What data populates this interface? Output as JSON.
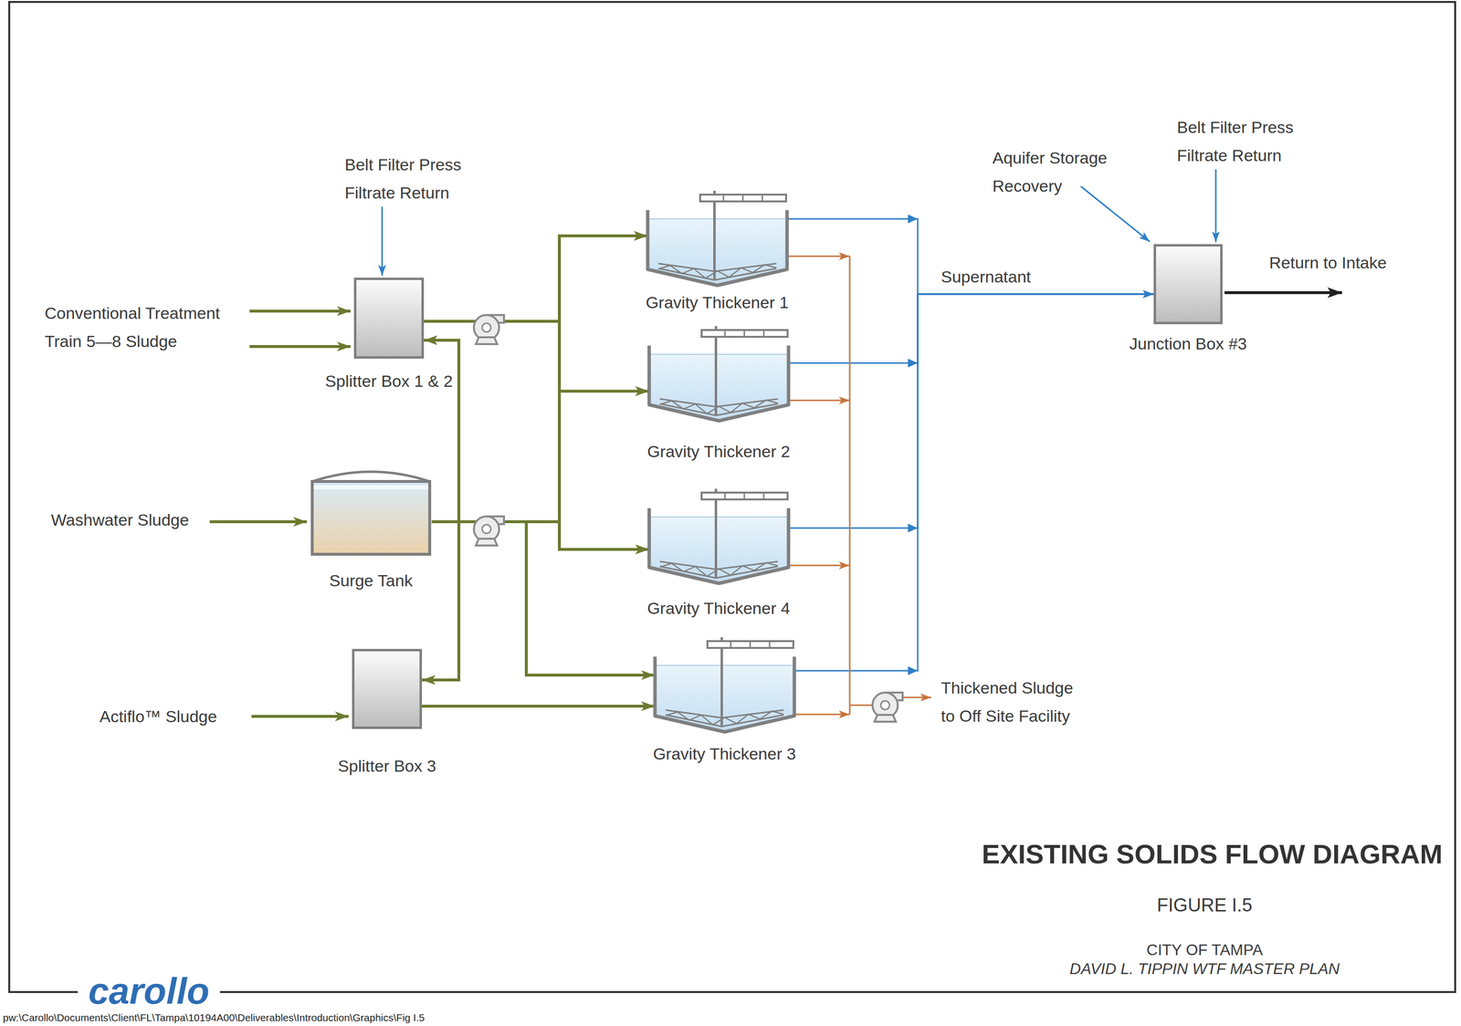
{
  "diagram": {
    "title": "EXISTING SOLIDS FLOW DIAGRAM",
    "nodes": [
      {
        "text": [
          "Splitter Box 1 & 2"
        ]
      },
      {
        "text": [
          "Surge Tank"
        ]
      },
      {
        "text": [
          "Splitter Box 3"
        ]
      },
      {
        "text": [
          "Gravity Thickener 1"
        ]
      },
      {
        "text": [
          "Gravity Thickener 2"
        ]
      },
      {
        "text": [
          "Gravity Thickener 4"
        ]
      },
      {
        "text": [
          "Gravity Thickener 3"
        ]
      },
      {
        "text": [
          "Junction Box #3"
        ]
      }
    ],
    "edges": [
      {
        "from": 0,
        "to": 3,
        "arrow": "to"
      },
      {
        "from": 0,
        "to": 4,
        "arrow": "to"
      },
      {
        "from": 0,
        "to": 5,
        "arrow": "to"
      },
      {
        "from": 1,
        "to": 3,
        "arrow": "to"
      },
      {
        "from": 1,
        "to": 4,
        "arrow": "to"
      },
      {
        "from": 1,
        "to": 5,
        "arrow": "to"
      },
      {
        "from": 1,
        "to": 6,
        "arrow": "to"
      },
      {
        "from": 2,
        "to": 6,
        "arrow": "to"
      },
      {
        "from": 2,
        "to": 0,
        "arrow": "both"
      },
      {
        "from": 3,
        "to": 7,
        "label": "Supernatant",
        "arrow": "to"
      },
      {
        "from": 4,
        "to": 7,
        "arrow": "to"
      },
      {
        "from": 5,
        "to": 7,
        "arrow": "to"
      },
      {
        "from": 6,
        "to": 7,
        "arrow": "to"
      }
    ],
    "labels": [
      "Conventional Treatment Train 5—8 Sludge",
      "Washwater Sludge",
      "Actiflo™ Sludge",
      "Belt Filter Press Filtrate Return",
      "Aquifer Storage Recovery",
      "Belt Filter Press Filtrate Return",
      "Return to Intake",
      "Thickened Sludge to Off Site Facility",
      "FIGURE I.5",
      "CITY OF TAMPA",
      "DAVID L. TIPPIN WTF MASTER PLAN",
      "carollo",
      "pw:\\Carollo\\Documents\\Client\\FL\\Tampa\\10194A00\\Deliverables\\Introduction\\Graphics\\Fig I.5"
    ]
  }
}
